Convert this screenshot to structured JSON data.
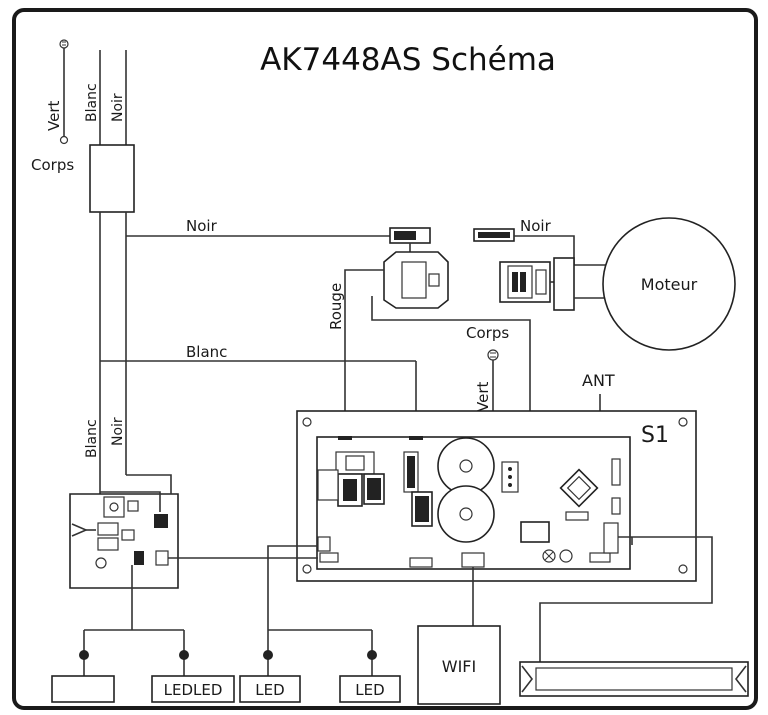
{
  "title": "AK7448AS Schéma",
  "wire_labels": {
    "vert_left": "Vert",
    "blanc_top": "Blanc",
    "noir_top": "Noir",
    "corps_left": "Corps",
    "noir_h": "Noir",
    "noir_motor": "Noir",
    "rouge": "Rouge",
    "blanc_h": "Blanc",
    "corps_mid": "Corps",
    "vert_mid": "Vert",
    "blanc_low": "Blanc",
    "noir_low": "Noir"
  },
  "components": {
    "motor": "Moteur",
    "antenna": "ANT",
    "board": "S1",
    "wifi": "WIFI",
    "led_1": "LEDLED",
    "led_2": "LED",
    "led_3": "LED"
  }
}
